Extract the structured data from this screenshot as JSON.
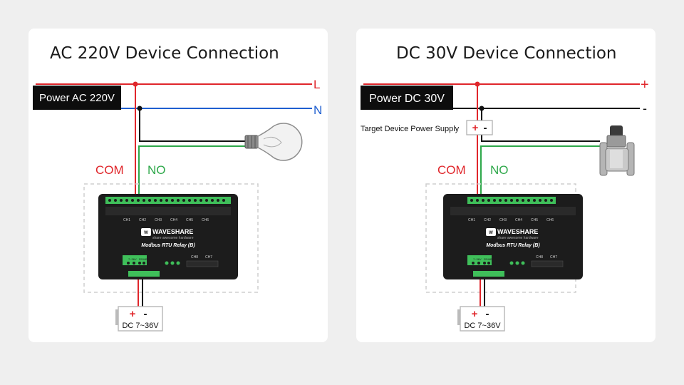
{
  "colors": {
    "red": "#e0262b",
    "blue": "#1f5fd0",
    "green": "#2ea84a",
    "black": "#111111",
    "device": "#1c1c1c",
    "terminal_green": "#3fbf5a",
    "dash": "#cfcfcf"
  },
  "ac": {
    "title": "AC 220V Device Connection",
    "power_label": "Power AC 220V",
    "line_label": "L",
    "neutral_label": "N",
    "com_label": "COM",
    "no_label": "NO",
    "load_icon": "light-bulb-icon"
  },
  "dc": {
    "title": "DC 30V Device Connection",
    "power_label": "Power DC 30V",
    "plus_label": "+",
    "minus_label": "-",
    "target_label": "Target Device Power Supply",
    "target_plus": "+",
    "target_minus": "-",
    "com_label": "COM",
    "no_label": "NO",
    "load_icon": "solenoid-valve-icon"
  },
  "device": {
    "brand": "WAVESHARE",
    "tagline": "share awesome hardware",
    "model": "Modbus RTU Relay (B)",
    "channels": [
      "CH1",
      "CH2",
      "CH3",
      "CH4",
      "CH5",
      "CH6"
    ],
    "bottom_channels": [
      "CH8",
      "CH7"
    ],
    "power_port": "7~36V",
    "rs485_port": "RS485"
  },
  "supply": {
    "plus": "+",
    "minus": "-",
    "label": "DC 7~36V"
  }
}
